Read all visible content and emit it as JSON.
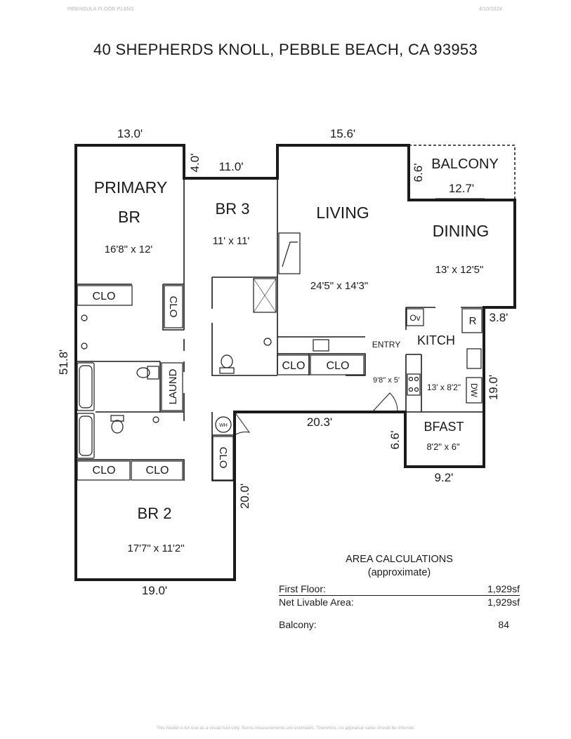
{
  "header": {
    "company": "PENINSULA FLOOR PLANS",
    "date": "4/10/2024",
    "address": "40 SHEPHERDS KNOLL, PEBBLE BEACH, CA  93953"
  },
  "dimensions": {
    "top_primary": "13.0'",
    "step_vertical": "4.0'",
    "br3_top": "11.0'",
    "living_top": "15.6'",
    "balcony_side": "6.6'",
    "balcony_width": "12.7'",
    "right_step": "3.8'",
    "right_side": "19.0'",
    "left_side": "51.8'",
    "middle_bottom": "20.3'",
    "bfast_side": "6.6'",
    "bfast_bottom": "9.2'",
    "br2_side": "20.0'",
    "bottom": "19.0'"
  },
  "rooms": {
    "primary_line1": "PRIMARY",
    "primary_line2": "BR",
    "primary_size": "16'8\" x 12'",
    "br3": "BR 3",
    "br3_size": "11' x 11'",
    "living": "LIVING",
    "living_size": "24'5\" x 14'3\"",
    "dining": "DINING",
    "dining_size": "13' x 12'5\"",
    "balcony": "BALCONY",
    "kitch": "KITCH",
    "kitch_size": "13' x 8'2\"",
    "entry": "ENTRY",
    "entry_size": "9'8\" x 5'",
    "bfast": "BFAST",
    "bfast_size": "8'2\" x 6\"",
    "br2": "BR 2",
    "br2_size": "17'7\" x 11'2\"",
    "laund": "LAUND"
  },
  "labels": {
    "clo": "CLO",
    "ov": "Ov",
    "r": "R",
    "dw": "DW",
    "wh": "WH"
  },
  "area_calculations": {
    "title": "AREA CALCULATIONS",
    "subtitle": "(approximate)",
    "first_floor_label": "First  Floor:",
    "first_floor_value": "1,929sf",
    "net_label": "Net Livable Area:",
    "net_value": "1,929sf",
    "balcony_label": "Balcony:",
    "balcony_value": "84"
  },
  "footer": "This model is for use as a visual tool only. Some measurements are estimates. Therefore, no appraisal value should be inferred."
}
